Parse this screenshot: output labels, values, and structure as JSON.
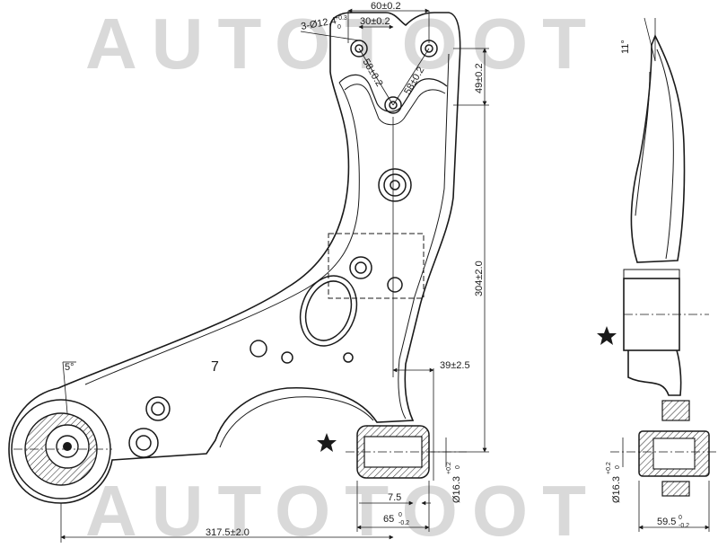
{
  "watermark": {
    "text": "AUTOTOOT",
    "color": "#d9d9d9"
  },
  "dimensions": {
    "holes": "3-Ø12.4",
    "holes_tol_upper": "+0.3",
    "holes_tol_lower": "0",
    "hole_spacing": "30±0.2",
    "overall_top_width": "60±0.2",
    "slant_a": "58±0.2",
    "slant_b": "58±0.2",
    "height_short": "49±0.2",
    "height_total": "304±2.0",
    "offset": "39±2.5",
    "bushing_dia": "Ø16.3",
    "bushing_dia_tol_upper": "+0.2",
    "bushing_dia_tol_lower": "0",
    "bushing_offset": "7.5",
    "bushing_length": "65",
    "bushing_length_tol_upper": "0",
    "bushing_length_tol_lower": "-0.2",
    "overall_length": "317.5±2.0",
    "side_bushing_dia": "Ø16.3",
    "side_bushing_dia_tol_upper": "+0.2",
    "side_bushing_dia_tol_lower": "0",
    "side_bushing_length": "59.5",
    "side_bushing_length_tol_upper": "0",
    "side_bushing_length_tol_lower": "-0.2",
    "angle_side": "11°",
    "angle_ball": "5°",
    "part_mark": "7"
  },
  "colors": {
    "line": "#1a1a1a",
    "hatch": "#333333"
  }
}
